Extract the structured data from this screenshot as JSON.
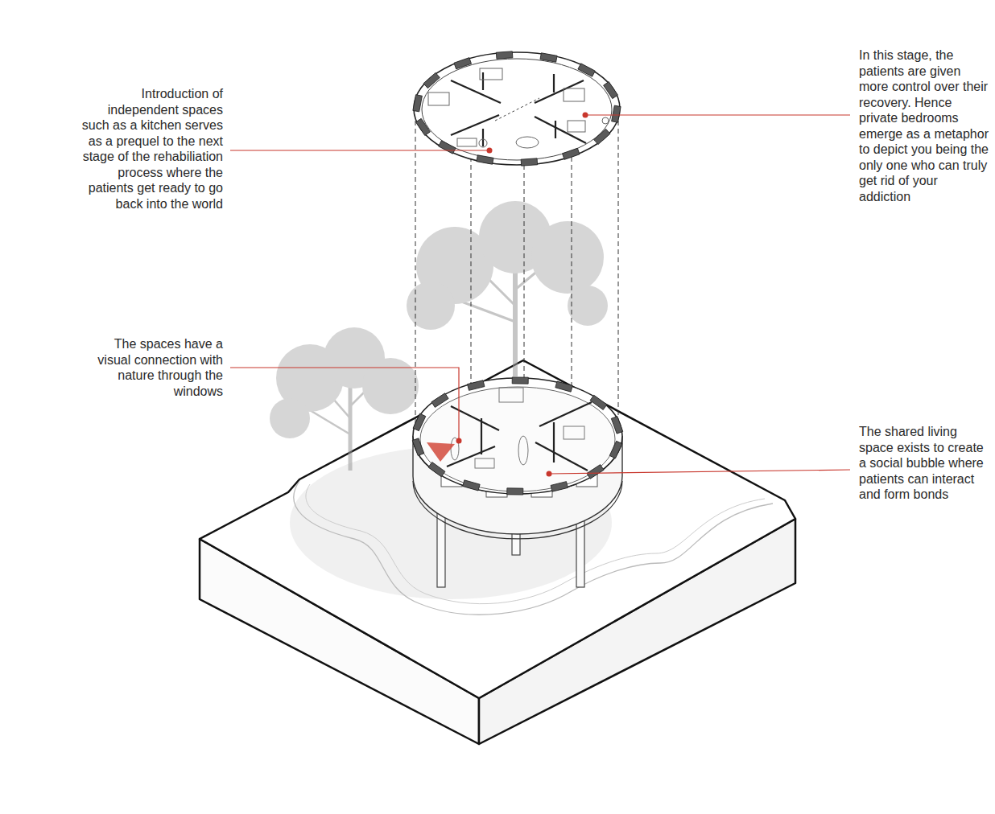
{
  "diagram": {
    "labels": [
      "Introduction of independent spaces such as a kitchen serves as a prequel to the next stage of the rehabiliation process where the patients get ready to go back into the world",
      "In this stage, the patients are given more control over their recovery. Hence private bedrooms emerge as a metaphor to depict you being the only one who can truly get rid of your addiction",
      "The spaces have a visual connection with nature through the windows",
      "The shared living space exists to create a social bubble where patients can interact and form bonds"
    ]
  }
}
